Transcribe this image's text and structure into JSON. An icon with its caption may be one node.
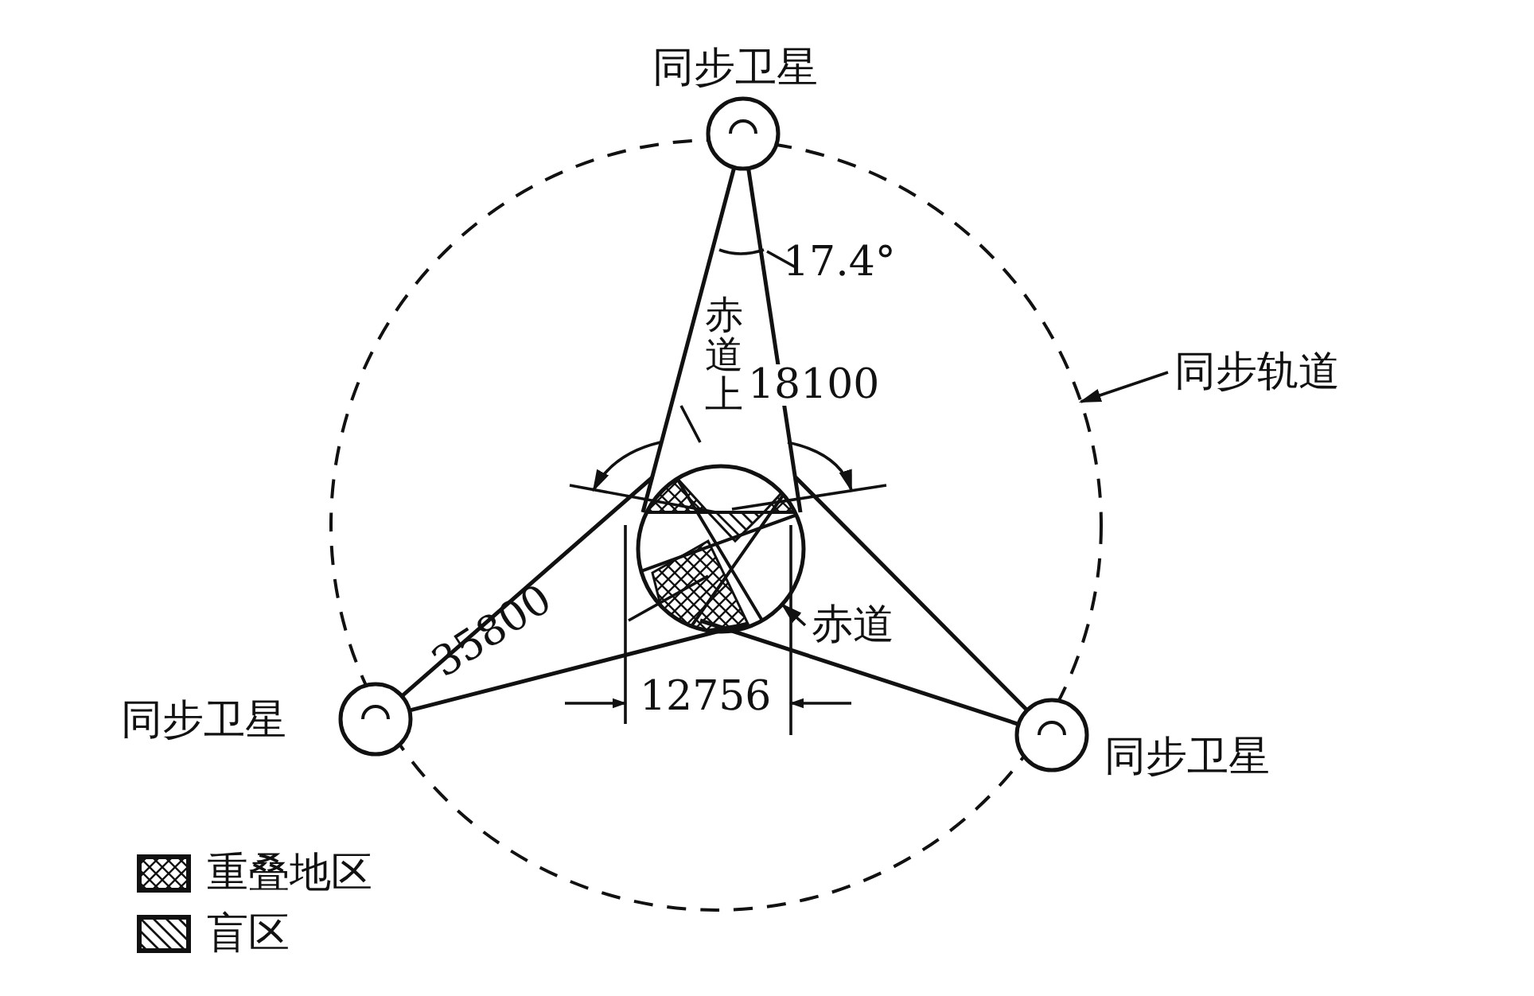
{
  "diagram": {
    "nodes": [
      {
        "text": [],
        "shape": "circle"
      },
      {
        "text": [
          "同步卫星"
        ]
      },
      {
        "text": [
          "同步卫星"
        ]
      },
      {
        "text": [
          "同步卫星"
        ]
      },
      {
        "text": [],
        "shape": "circle",
        "in": 0
      },
      {
        "text": [
          "同步轨道"
        ]
      },
      {
        "text": [
          "赤道"
        ],
        "in": 0
      }
    ],
    "edges": [
      {
        "from": 5,
        "to": 0,
        "arrow": "to"
      },
      {
        "from": 6,
        "to": 4,
        "arrow": "to"
      }
    ],
    "labels": [
      "17.4°",
      "赤道上",
      "18100",
      "35800",
      "12756"
    ],
    "legend": [
      {
        "text": "重叠地区"
      },
      {
        "text": "盲区"
      }
    ]
  }
}
